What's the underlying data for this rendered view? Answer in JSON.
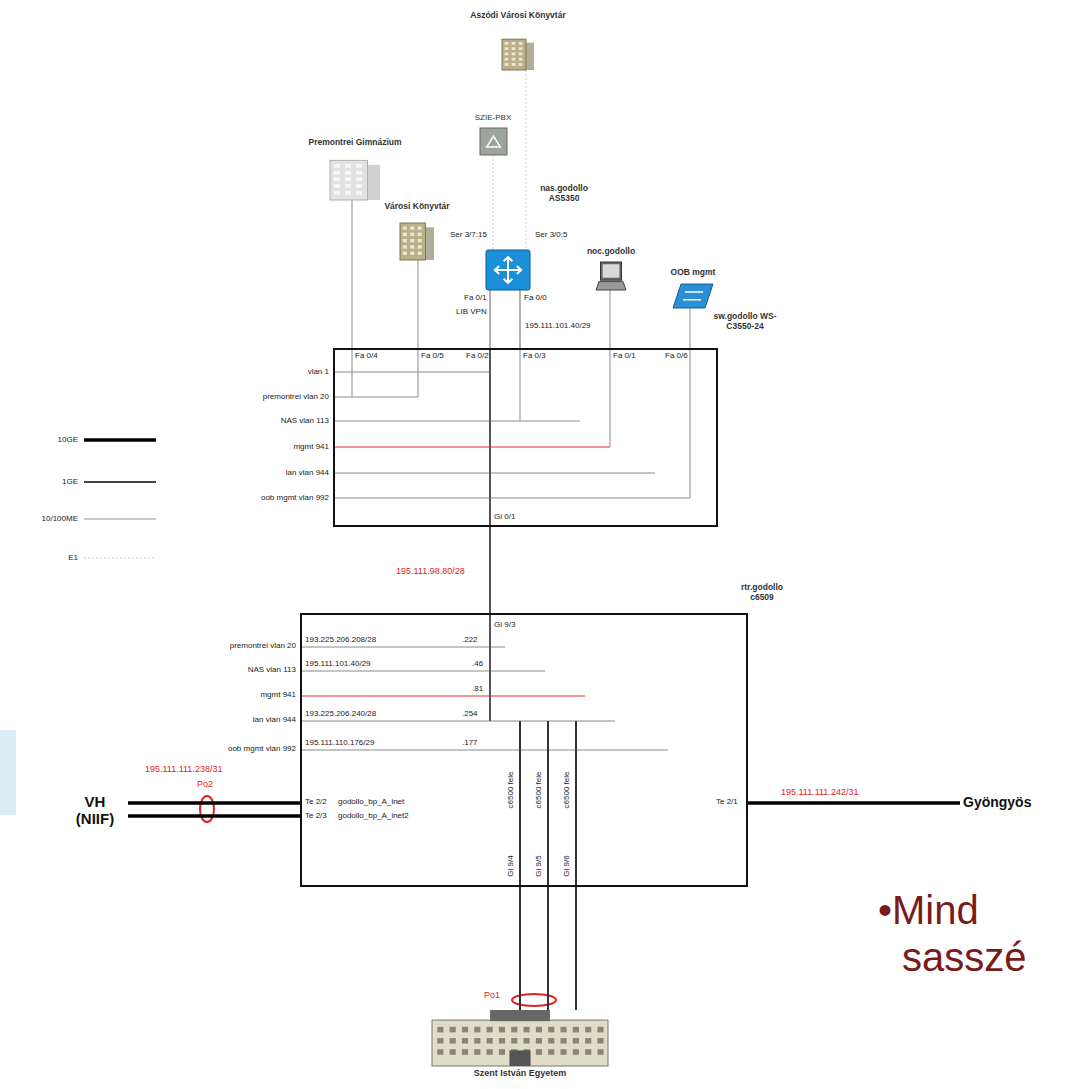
{
  "diagram": {
    "nodes": [
      {
        "text": [
          "Aszódi Városi Könyvtár"
        ]
      },
      {
        "text": [
          "SZIE-PBX"
        ]
      },
      {
        "text": [
          "Premontrei Gimnázium"
        ]
      },
      {
        "text": [
          "Városi Könyvtár"
        ]
      },
      {
        "text": [
          "nas.godollo AS5350"
        ]
      },
      {
        "text": [
          "noc.godollo"
        ]
      },
      {
        "text": [
          "OOB mgmt"
        ]
      },
      {
        "text": [
          "sw.godollo WS-C3550-24"
        ]
      },
      {
        "text": [
          "rtr.godollo c6509"
        ]
      },
      {
        "text": [
          "VH (NIIF)"
        ]
      },
      {
        "text": [
          "Gyöngyös"
        ]
      },
      {
        "text": [
          "Szent István Egyetem"
        ]
      }
    ],
    "edges": [
      {
        "from": 2,
        "to": 7,
        "arrow": "none"
      },
      {
        "from": 3,
        "to": 7,
        "arrow": "none"
      },
      {
        "from": 1,
        "to": 4,
        "arrow": "none"
      },
      {
        "from": 0,
        "to": 4,
        "arrow": "none"
      },
      {
        "from": 4,
        "to": 7,
        "arrow": "none"
      },
      {
        "from": 4,
        "to": 7,
        "arrow": "none"
      },
      {
        "from": 5,
        "to": 7,
        "arrow": "none"
      },
      {
        "from": 6,
        "to": 7,
        "arrow": "none"
      },
      {
        "from": 7,
        "to": 8,
        "label": "195.111.98.80/28",
        "arrow": "none"
      },
      {
        "from": 9,
        "to": 8,
        "arrow": "none"
      },
      {
        "from": 9,
        "to": 8,
        "arrow": "none"
      },
      {
        "from": 8,
        "to": 10,
        "label": "195.111.111.242/31",
        "arrow": "none"
      },
      {
        "from": 11,
        "to": 8,
        "arrow": "none"
      },
      {
        "from": 11,
        "to": 8,
        "arrow": "none"
      },
      {
        "from": 11,
        "to": 8,
        "arrow": "none"
      }
    ],
    "labels": [
      "Ser 3/7:15",
      "Ser 3/0:5",
      "Fa 0/1",
      "Fa 0/0",
      "LIB VPN",
      "195.111.101.40/29",
      "Fa 0/4",
      "Fa 0/5",
      "Fa 0/2",
      "Fa 0/3",
      "Fa 0/1",
      "Fa 0/6",
      "vlan 1",
      "premontrei vlan 20",
      "NAS vlan 113",
      "mgmt 941",
      "lan vlan 944",
      "oob mgmt vlan 992",
      "Gi 0/1",
      "Gi 9/3",
      "premontrei vlan 20",
      "193.225.206.208/28",
      ".222",
      "NAS vlan 113",
      "195.111.101.40/29",
      ".46",
      "mgmt 941",
      ".81",
      "lan vlan 944",
      "193.225.206.240/28",
      ".254",
      "oob mgmt vlan 992",
      "195.111.110.176/29",
      ".177",
      "195.111.111.238/31",
      "Po2",
      "Te 2/2",
      "godollo_bp_A_inet",
      "Te 2/3",
      "godollo_bp_A_inet2",
      "Gi 9/4",
      "c6500 fele",
      "Gi 9/5",
      "c6500 fele",
      "Gi 9/6",
      "c6500 fele",
      "Te 2/1",
      "Po1",
      "•Mind",
      "sasszé"
    ],
    "legend": [
      {
        "text": "10GE"
      },
      {
        "text": "1GE"
      },
      {
        "text": "10/100ME"
      },
      {
        "text": "E1"
      }
    ]
  }
}
